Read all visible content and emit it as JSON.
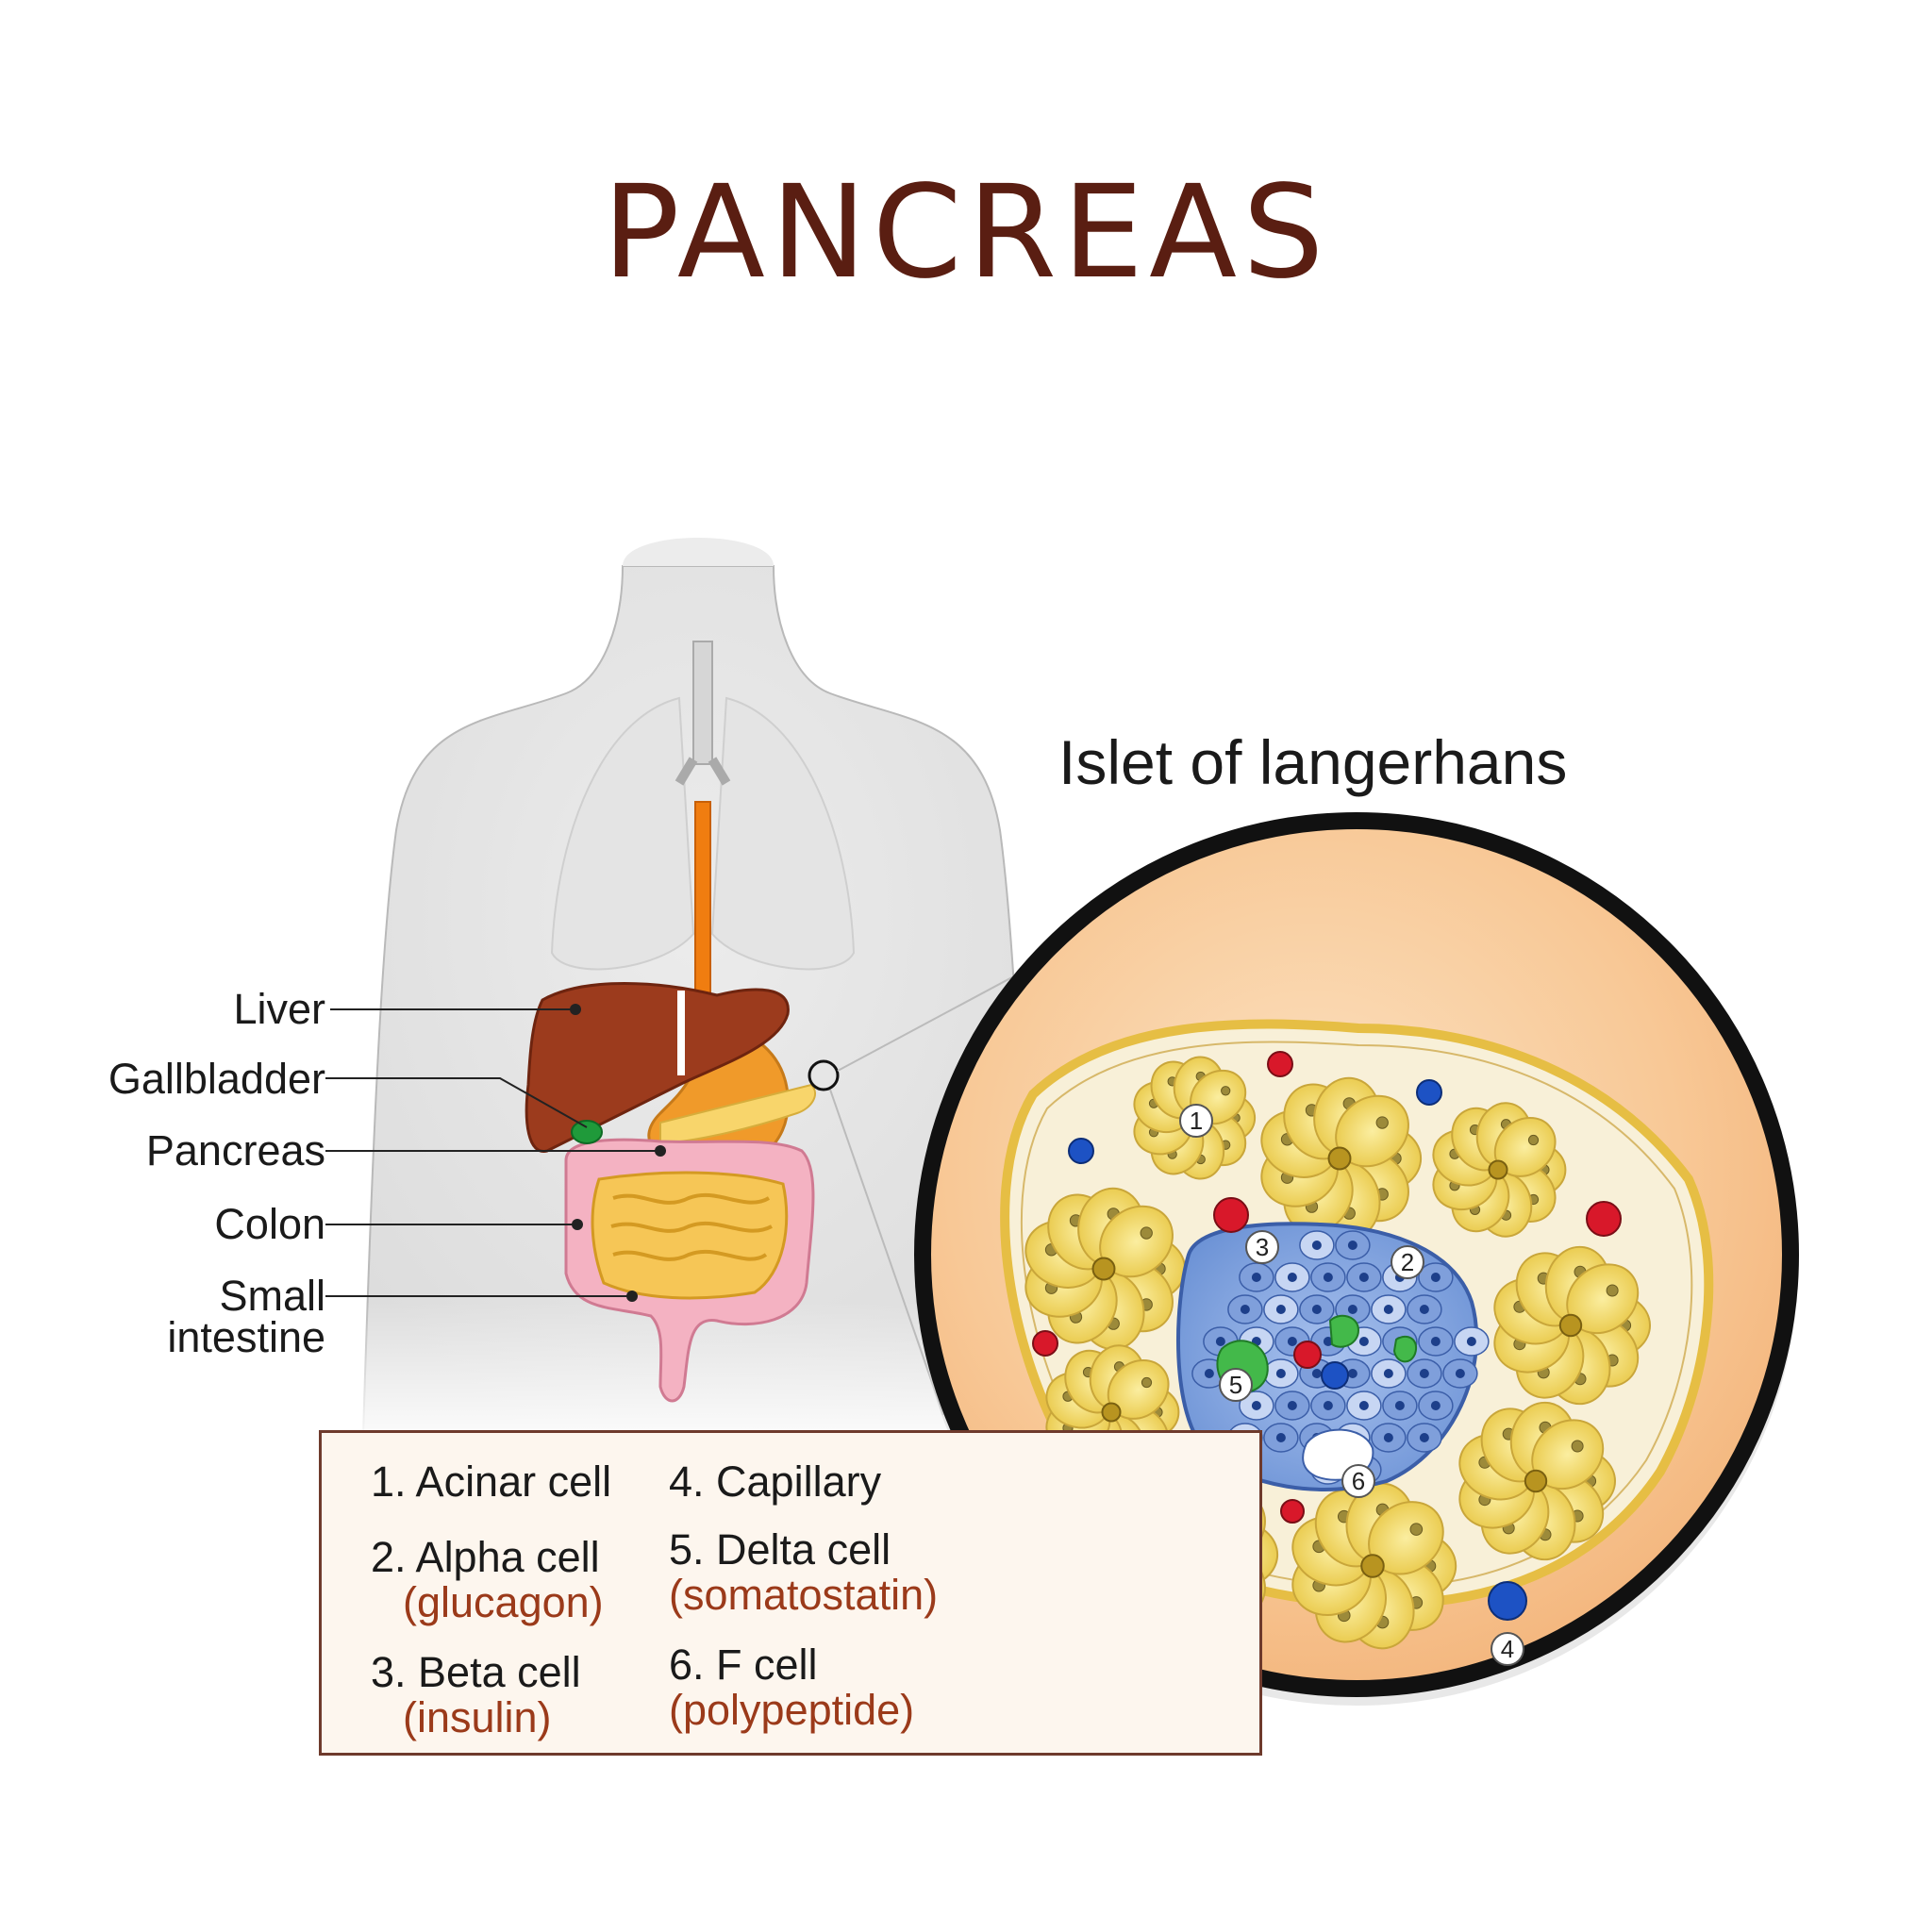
{
  "title": "PANCREAS",
  "islet_title": "Islet of langerhans",
  "organ_labels": {
    "liver": "Liver",
    "gallbladder": "Gallbladder",
    "pancreas": "Pancreas",
    "colon": "Colon",
    "small_intestine_line1": "Small",
    "small_intestine_line2": "intestine"
  },
  "legend": {
    "item1": "1. Acinar  cell",
    "item2": "2. Alpha cell",
    "item2_sub": "(glucagon)",
    "item3": "3. Beta cell",
    "item3_sub": "(insulin)",
    "item4": "4. Capillary",
    "item5": "5. Delta cell",
    "item5_sub": "(somatostatin)",
    "item6": "6. F cell",
    "item6_sub": "(polypeptide)"
  },
  "markers": [
    "1",
    "2",
    "3",
    "4",
    "5",
    "6"
  ],
  "colors": {
    "title": "#5a1e12",
    "hormone": "#9b3a1a",
    "liver": "#9c3b1d",
    "stomach": "#f09a2a",
    "esophagus": "#f07d10",
    "intestine": "#f6c656",
    "colon": "#f4b2c2",
    "acinar": "#f4dd6a",
    "islet_alpha_beta": "#5b82c8",
    "delta": "#43b94a",
    "capillary_red": "#d8182a",
    "capillary_blue": "#1d52c4",
    "lens_fill": "#f8c896"
  }
}
